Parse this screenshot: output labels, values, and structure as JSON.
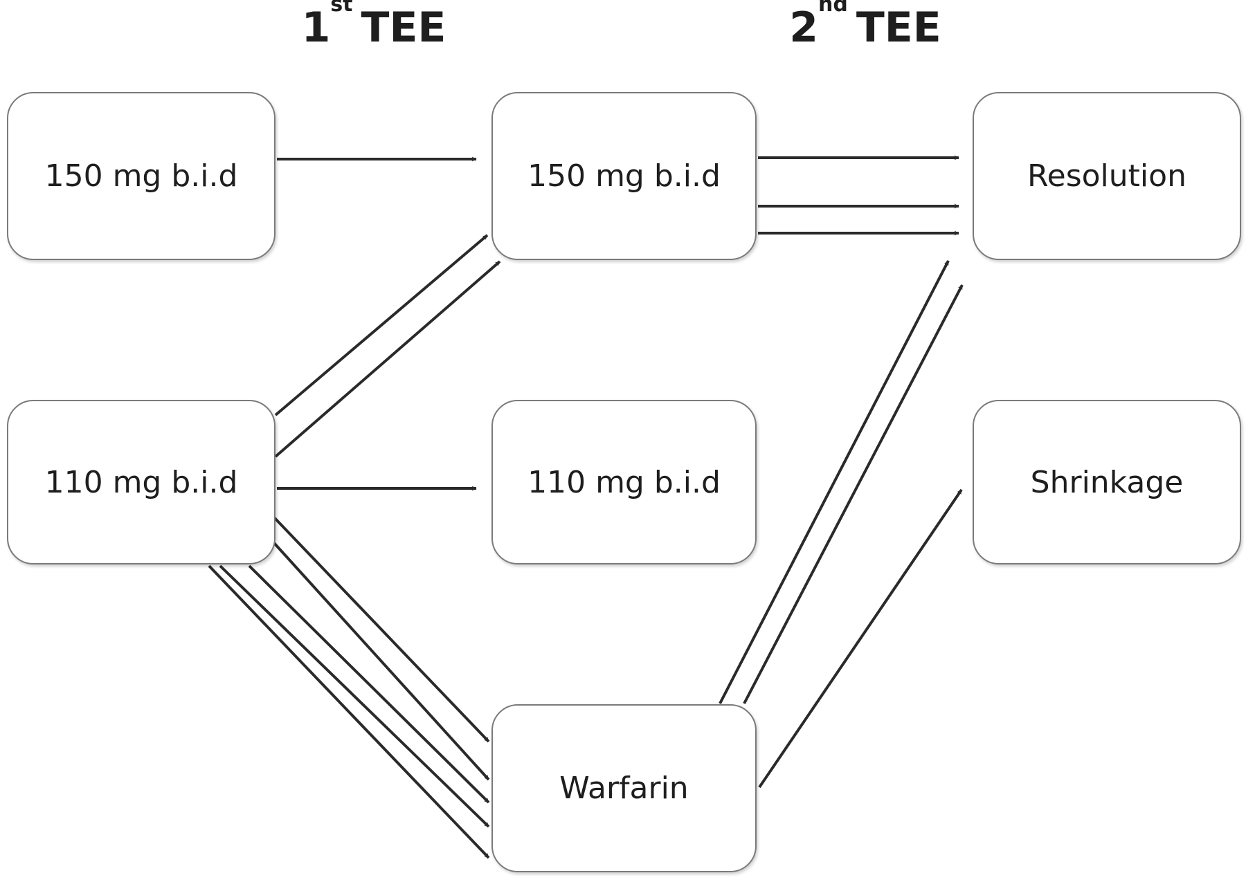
{
  "headers": {
    "first": {
      "number": "1",
      "suffix": "st",
      "text": "TEE"
    },
    "second": {
      "number": "2",
      "suffix": "nd",
      "text": "TEE"
    }
  },
  "nodes": {
    "first_150": "150 mg b.i.d",
    "first_110": "110 mg b.i.d",
    "second_150": "150 mg b.i.d",
    "second_110": "110 mg b.i.d",
    "second_warfarin": "Warfarin",
    "outcome_resolution": "Resolution",
    "outcome_shrinkage": "Shrinkage"
  },
  "colors": {
    "arrow": "#2a2a2a",
    "box_border": "#7a7a7a",
    "text": "#1e1e1e"
  },
  "transitions": [
    {
      "from": "first_150",
      "to": "second_150",
      "count": 1
    },
    {
      "from": "first_110",
      "to": "second_150",
      "count": 2
    },
    {
      "from": "first_110",
      "to": "second_110",
      "count": 1
    },
    {
      "from": "first_110",
      "to": "second_warfarin",
      "count": 5
    },
    {
      "from": "second_150",
      "to": "outcome_resolution",
      "count": 3
    },
    {
      "from": "second_warfarin",
      "to": "outcome_resolution",
      "count": 2
    },
    {
      "from": "second_warfarin",
      "to": "outcome_shrinkage",
      "count": 1
    }
  ]
}
